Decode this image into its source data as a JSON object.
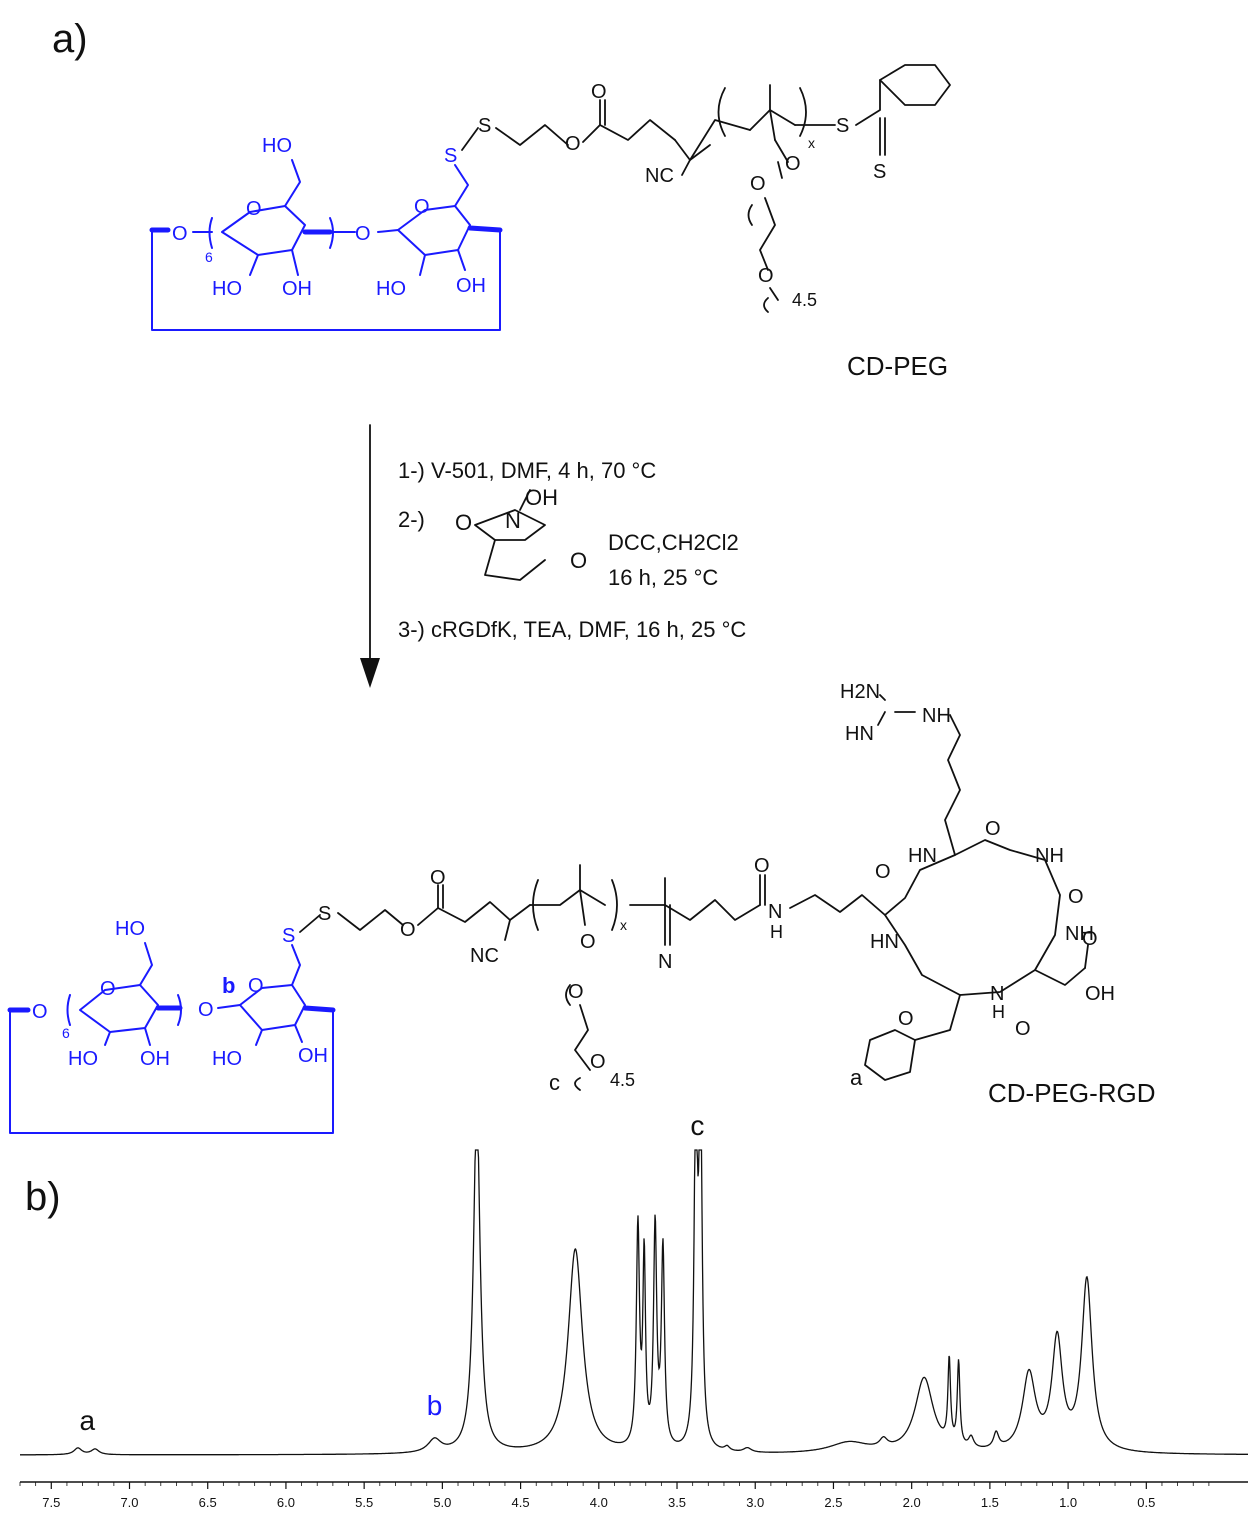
{
  "panels": {
    "a": "a)",
    "b": "b)"
  },
  "compound1": {
    "name": "CD-PEG"
  },
  "compound2": {
    "name": "CD-PEG-RGD"
  },
  "atoms": {
    "HO": "HO",
    "OH": "OH",
    "O": "O",
    "S": "S",
    "NC": "NC",
    "N": "N",
    "HN": "HN",
    "NH": "NH",
    "H": "H",
    "H2N": "H2N",
    "x": "x",
    "six": "6",
    "n": "4.5"
  },
  "steps": {
    "s1": "1-)  V-501, DMF, 4 h, 70 °C",
    "s2_label": "2-)",
    "s2_reagents": "DCC,CH2Cl2",
    "s2_cond": "16 h, 25 °C",
    "s3": "3-)  cRGDfK, TEA, DMF, 16 h, 25 °C"
  },
  "peak_labels": [
    {
      "label": "a",
      "ppm": 7.27,
      "color": "#111111"
    },
    {
      "label": "b",
      "ppm": 5.05,
      "color": "#1a1aff"
    },
    {
      "label": "c",
      "ppm": 3.37,
      "color": "#111111"
    }
  ],
  "chart_data": {
    "type": "line",
    "xlim": [
      7.7,
      -0.15
    ],
    "x_ticks": [
      "7.5",
      "7.0",
      "6.5",
      "6.0",
      "5.5",
      "5.0",
      "4.5",
      "4.0",
      "3.5",
      "3.0",
      "2.5",
      "2.0",
      "1.5",
      "1.0",
      "0.5"
    ],
    "x_tick_values": [
      7.5,
      7.0,
      6.5,
      6.0,
      5.5,
      5.0,
      4.5,
      4.0,
      3.5,
      3.0,
      2.5,
      2.0,
      1.5,
      1.0,
      0.5
    ],
    "peaks": [
      {
        "ppm": 7.33,
        "height": 0.03,
        "width": 0.03
      },
      {
        "ppm": 7.22,
        "height": 0.025,
        "width": 0.03
      },
      {
        "ppm": 5.05,
        "height": 0.06,
        "width": 0.05
      },
      {
        "ppm": 4.78,
        "height": 1.6,
        "width": 0.025
      },
      {
        "ppm": 4.15,
        "height": 0.93,
        "width": 0.055
      },
      {
        "ppm": 3.75,
        "height": 1.0,
        "width": 0.012
      },
      {
        "ppm": 3.71,
        "height": 0.85,
        "width": 0.01
      },
      {
        "ppm": 3.64,
        "height": 1.0,
        "width": 0.012
      },
      {
        "ppm": 3.59,
        "height": 0.9,
        "width": 0.012
      },
      {
        "ppm": 3.38,
        "height": 1.6,
        "width": 0.012
      },
      {
        "ppm": 3.35,
        "height": 1.6,
        "width": 0.012
      },
      {
        "ppm": 3.18,
        "height": 0.02,
        "width": 0.02
      },
      {
        "ppm": 3.05,
        "height": 0.02,
        "width": 0.03
      },
      {
        "ppm": 2.4,
        "height": 0.05,
        "width": 0.15
      },
      {
        "ppm": 2.18,
        "height": 0.04,
        "width": 0.03
      },
      {
        "ppm": 1.92,
        "height": 0.34,
        "width": 0.07
      },
      {
        "ppm": 1.76,
        "height": 0.38,
        "width": 0.01
      },
      {
        "ppm": 1.7,
        "height": 0.38,
        "width": 0.01
      },
      {
        "ppm": 1.62,
        "height": 0.05,
        "width": 0.02
      },
      {
        "ppm": 1.46,
        "height": 0.07,
        "width": 0.02
      },
      {
        "ppm": 1.25,
        "height": 0.35,
        "width": 0.05
      },
      {
        "ppm": 1.07,
        "height": 0.5,
        "width": 0.04
      },
      {
        "ppm": 0.88,
        "height": 0.78,
        "width": 0.04
      }
    ]
  }
}
